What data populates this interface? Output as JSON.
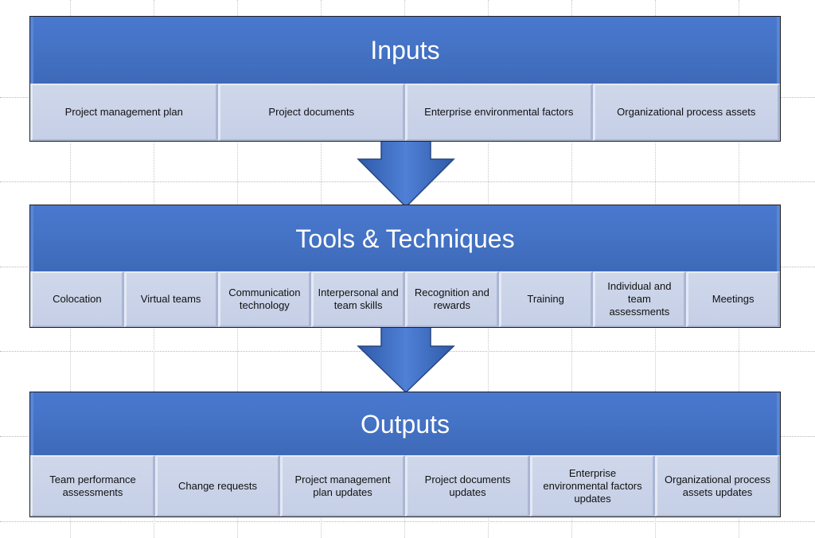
{
  "colors": {
    "band": "#4472c4",
    "cell": "#c9d2e8",
    "arrow": "#4472c4"
  },
  "inputs": {
    "title": "Inputs",
    "items": [
      "Project management plan",
      "Project documents",
      "Enterprise environmental  factors",
      "Organizational process assets"
    ]
  },
  "tools": {
    "title": "Tools & Techniques",
    "items": [
      "Colocation",
      "Virtual teams",
      "Communication technology",
      "Interpersonal and team skills",
      "Recognition and rewards",
      "Training",
      "Individual and team assessments",
      "Meetings"
    ]
  },
  "outputs": {
    "title": "Outputs",
    "items": [
      "Team performance assessments",
      "Change requests",
      "Project management plan  updates",
      "Project documents updates",
      "Enterprise environmental  factors updates",
      "Organizational process assets  updates"
    ]
  }
}
